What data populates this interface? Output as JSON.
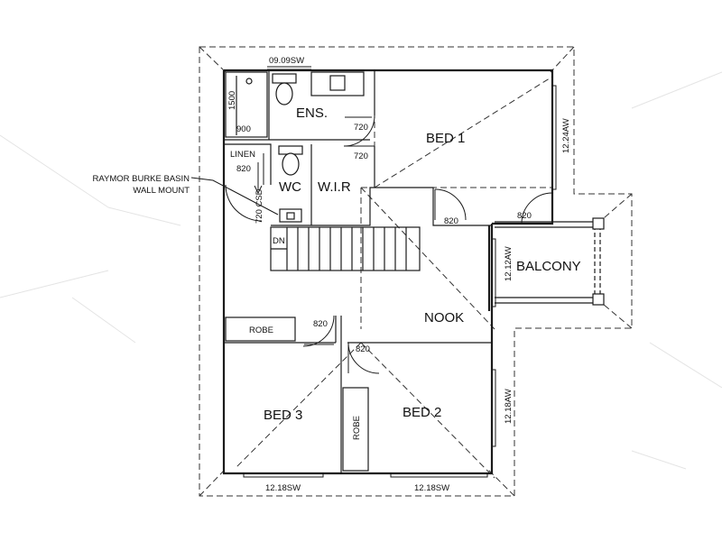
{
  "rooms": {
    "ens": "ENS.",
    "bed1": "BED 1",
    "wc": "WC",
    "wir": "W.I.R",
    "balcony": "BALCONY",
    "nook": "NOOK",
    "bed3": "BED 3",
    "bed2": "BED 2"
  },
  "small_labels": {
    "linen": "LINEN",
    "robe_bed3": "ROBE",
    "robe_bed2": "ROBE",
    "stair_dn": "DN"
  },
  "dimensions": {
    "top_window": "09.09SW",
    "bed1_window": "12.24AW",
    "balcony_door": "12.12AW",
    "bed2_side_window": "12.18AW",
    "bed3_bottom_window": "12.18SW",
    "bed2_bottom_window": "12.18SW",
    "shower_length": "1500",
    "shower_width": "900",
    "ens_door_1": "720",
    "ens_door_2": "720",
    "linen_door": "820",
    "wc_door": "720 CSD",
    "bed1_door": "820",
    "balcony_swing_door": "820",
    "bed3_door": "820",
    "bed2_door": "820"
  },
  "annotation": {
    "line1": "RAYMOR BURKE BASIN",
    "line2": "WALL MOUNT"
  }
}
